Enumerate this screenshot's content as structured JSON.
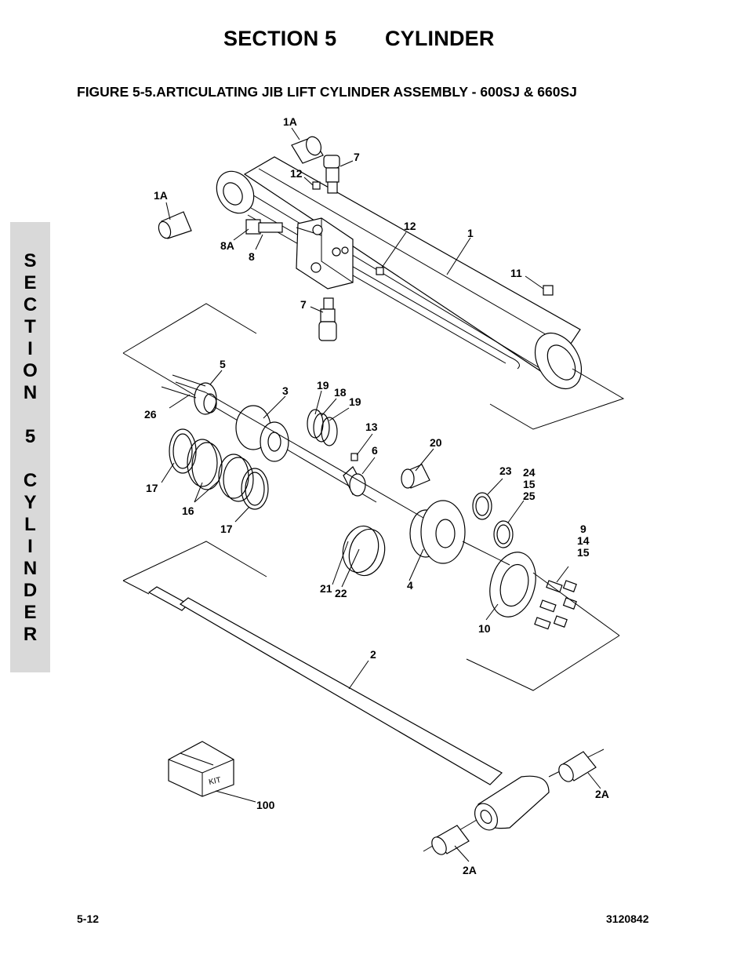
{
  "header": {
    "section": "SECTION 5",
    "title": "CYLINDER",
    "figure_title": "FIGURE 5-5.ARTICULATING JIB LIFT CYLINDER ASSEMBLY - 600SJ & 660SJ"
  },
  "side_tab": {
    "letters": [
      "S",
      "E",
      "C",
      "T",
      "I",
      "O",
      "N",
      "",
      "5",
      "",
      "C",
      "Y",
      "L",
      "I",
      "N",
      "D",
      "E",
      "R"
    ]
  },
  "diagram": {
    "kit_label": "KIT",
    "callouts": {
      "c1A_top": "1A",
      "c7_top": "7",
      "c12_top": "12",
      "c1A_left": "1A",
      "c12_mid": "12",
      "c1": "1",
      "c8A": "8A",
      "c8": "8",
      "c11": "11",
      "c7_bottom": "7",
      "c5": "5",
      "c3": "3",
      "c19_a": "19",
      "c18": "18",
      "c19_b": "19",
      "c26": "26",
      "c13": "13",
      "c6": "6",
      "c20": "20",
      "c23": "23",
      "c24_stack": [
        "24",
        "15",
        "25"
      ],
      "c17_left": "17",
      "c16": "16",
      "c17_bottom": "17",
      "c9_stack": [
        "9",
        "14",
        "15"
      ],
      "c21": "21",
      "c22": "22",
      "c4": "4",
      "c10": "10",
      "c2": "2",
      "c100": "100",
      "c2A_right": "2A",
      "c2A_bottom": "2A"
    }
  },
  "footer": {
    "page": "5-12",
    "doc_number": "3120842"
  }
}
